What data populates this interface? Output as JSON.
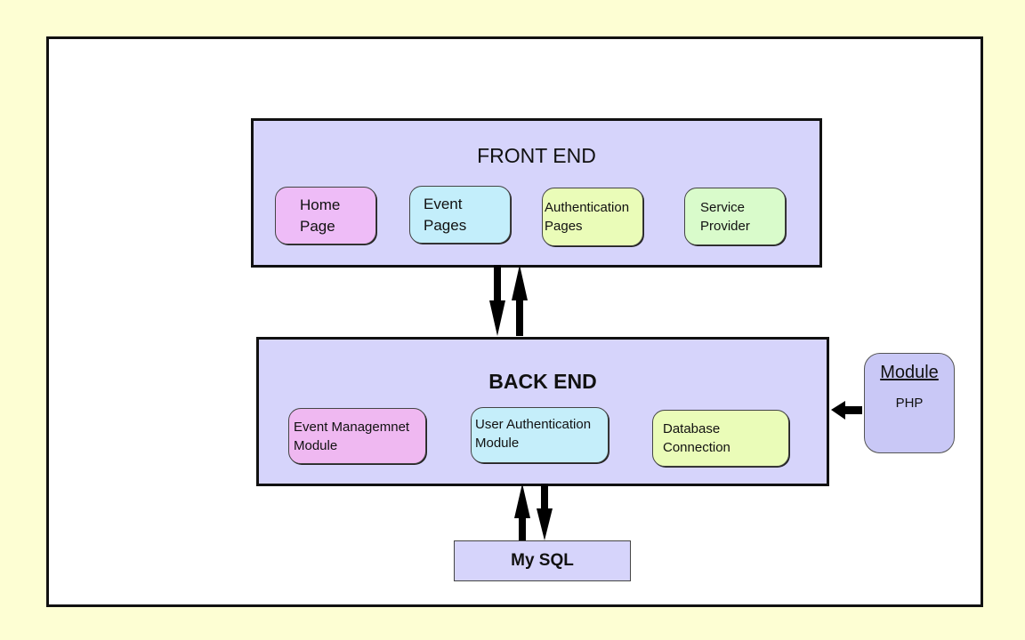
{
  "diagram": {
    "front_end": {
      "title": "FRONT END",
      "items": [
        {
          "line1": "Home",
          "line2": "Page",
          "color": "#eebcf7"
        },
        {
          "line1": "Event",
          "line2": "Pages",
          "color": "#c3eefb"
        },
        {
          "line1": "Authentication",
          "line2": "Pages",
          "color": "#eafcb8"
        },
        {
          "line1": "Service",
          "line2": "Provider",
          "color": "#d9fbcb"
        }
      ]
    },
    "back_end": {
      "title": "BACK END",
      "items": [
        {
          "line1": "Event Managemnet",
          "line2": "Module",
          "color": "#efb8f1"
        },
        {
          "line1": "User Authentication",
          "line2": "Module",
          "color": "#c5eefa"
        },
        {
          "line1": "Database",
          "line2": "Connection",
          "color": "#eafcb8"
        }
      ]
    },
    "module": {
      "title": "Module",
      "subtitle": "PHP"
    },
    "database": {
      "label": "My SQL"
    }
  }
}
